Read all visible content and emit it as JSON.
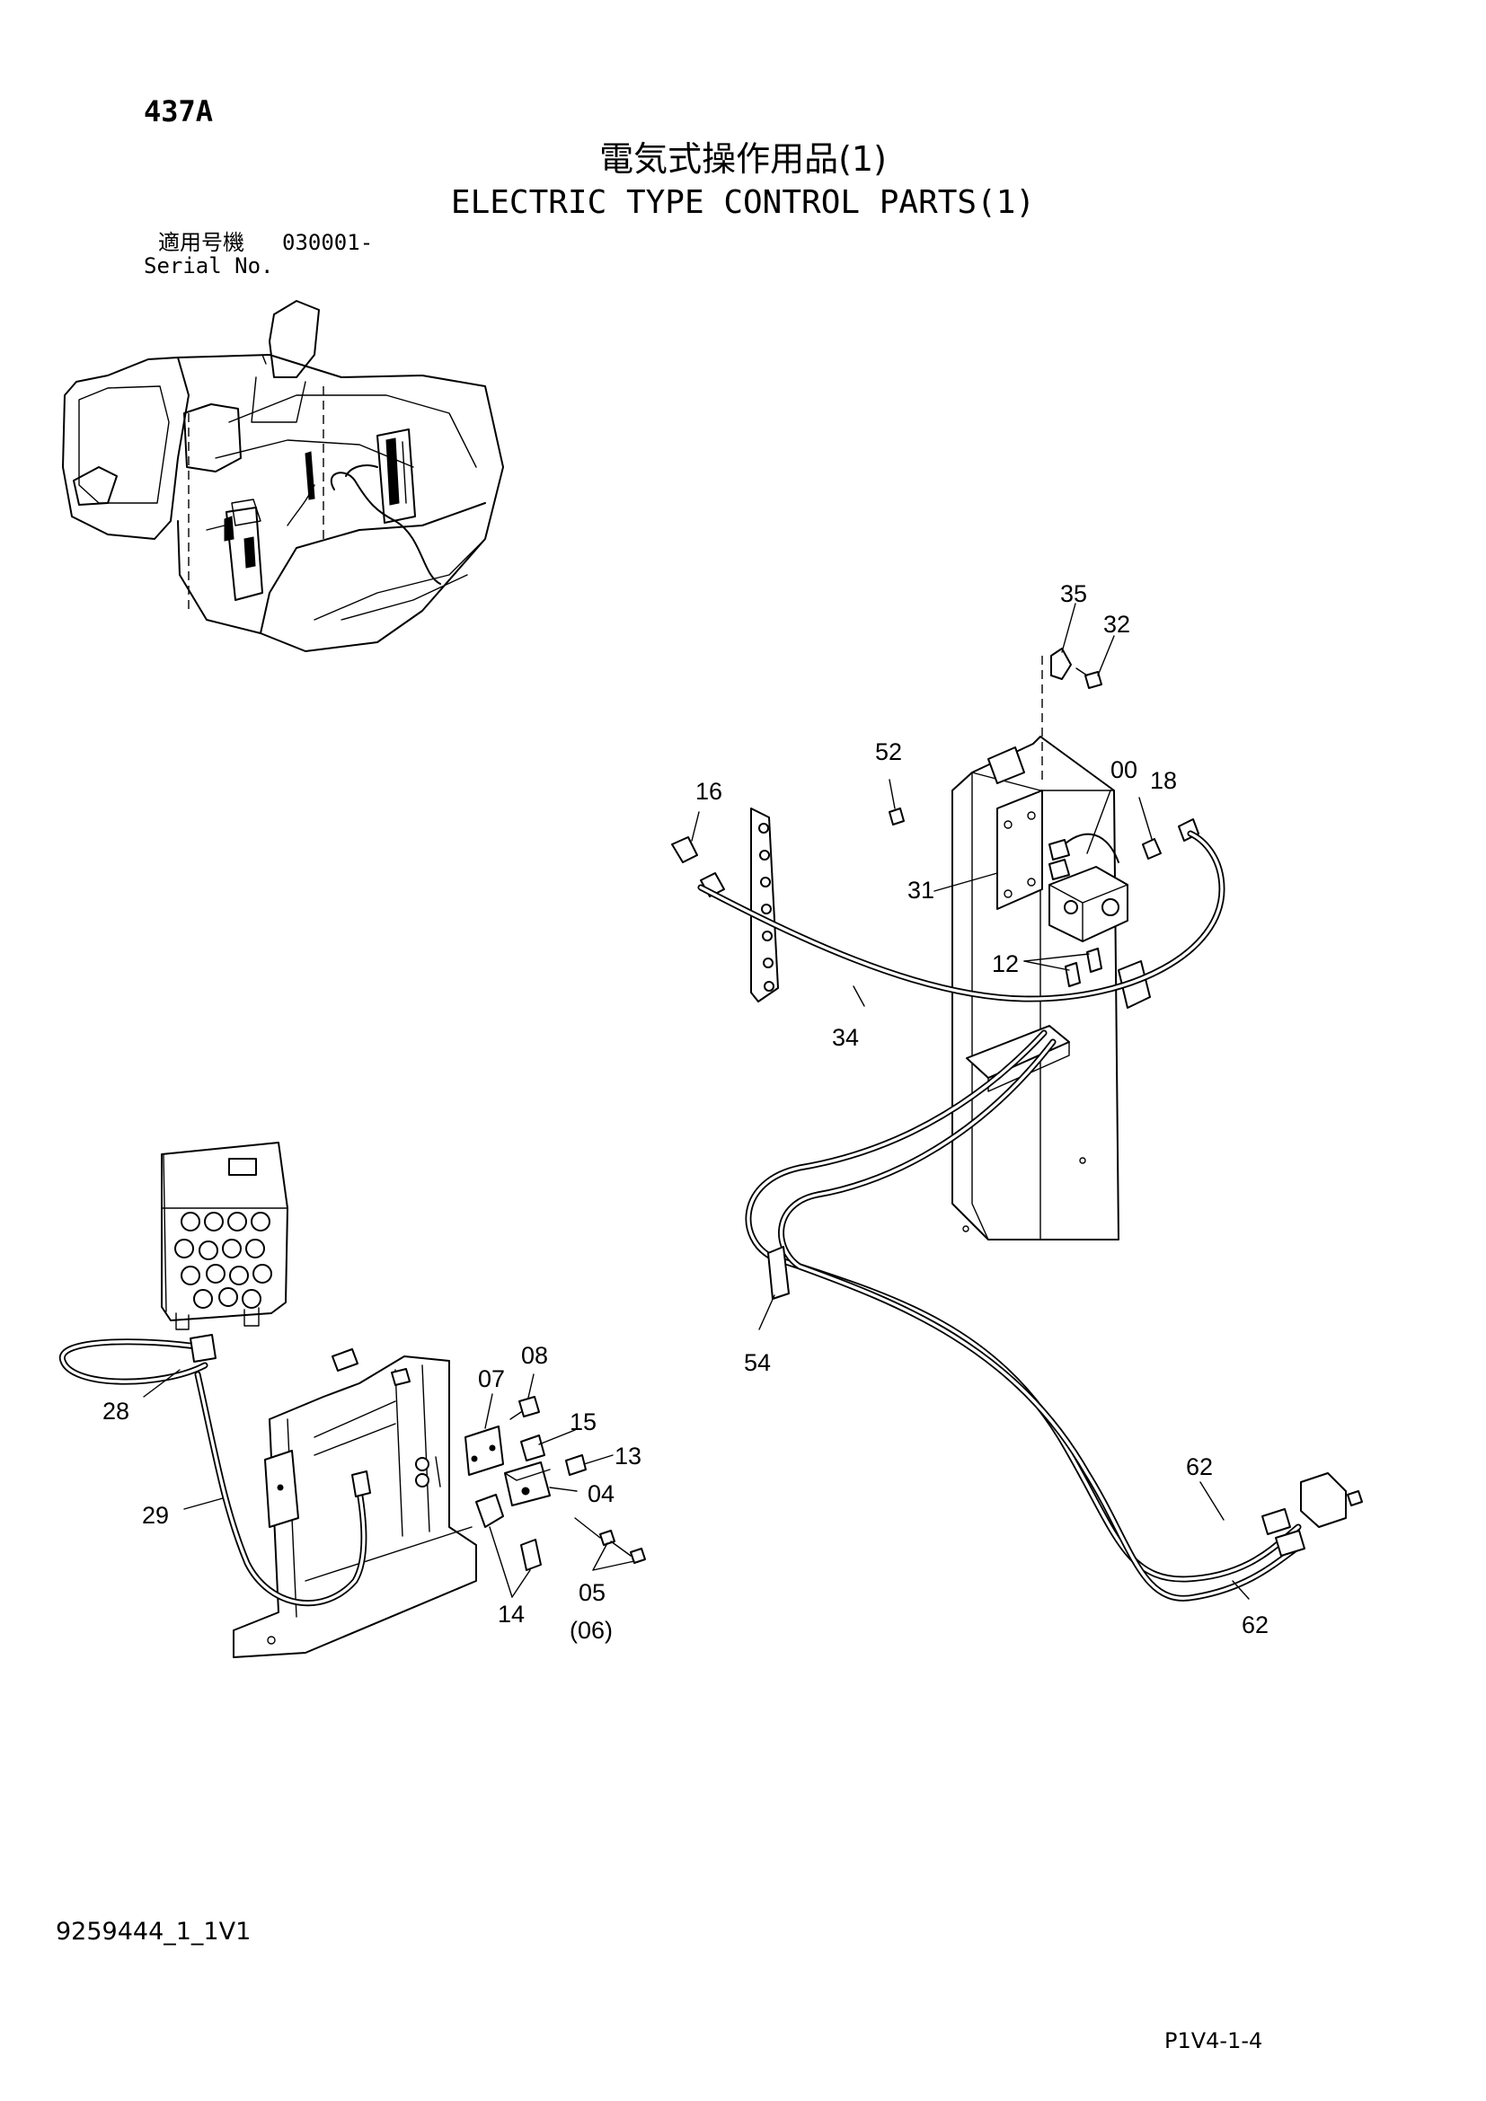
{
  "header": {
    "code": "437A",
    "title_jp": "電気式操作用品(1)",
    "title_en": "ELECTRIC TYPE CONTROL PARTS(1)",
    "serial_label_jp": "適用号機",
    "serial_value": "030001-",
    "serial_label_en": "Serial No."
  },
  "callouts": {
    "c35": "35",
    "c32": "32",
    "c52": "52",
    "c00": "00",
    "c18": "18",
    "c16": "16",
    "c31": "31",
    "c12": "12",
    "c34": "34",
    "c54": "54",
    "c62a": "62",
    "c62b": "62",
    "c08": "08",
    "c07": "07",
    "c15": "15",
    "c13": "13",
    "c28": "28",
    "c04": "04",
    "c29": "29",
    "c05": "05",
    "c06": "(06)",
    "c14": "14"
  },
  "footer": {
    "doc_id": "9259444_1_1V1",
    "page_code": "P1V4-1-4"
  }
}
